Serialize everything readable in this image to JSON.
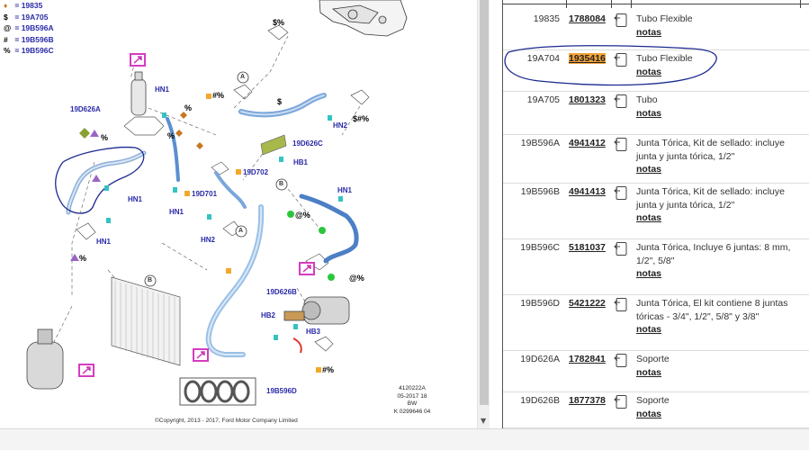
{
  "legend": [
    {
      "symbol": "♦",
      "code": "19835"
    },
    {
      "symbol": "$",
      "code": "19A705"
    },
    {
      "symbol": "@",
      "code": "19B596A"
    },
    {
      "symbol": "#",
      "code": "19B596B"
    },
    {
      "symbol": "%",
      "code": "19B596C"
    }
  ],
  "diagram_labels": {
    "l_19D626A": "19D626A",
    "l_HN1_a": "HN1",
    "l_HN1_b": "HN1",
    "l_HN1_c": "HN1",
    "l_HN1_d": "HN1",
    "l_HN1_e": "HN1",
    "l_HN2_a": "HN2",
    "l_HN2_b": "HN2",
    "l_HB1": "HB1",
    "l_HB2": "HB2",
    "l_HB3": "HB3",
    "l_19D626C": "19D626C",
    "l_19D702": "19D702",
    "l_19D701": "19D701",
    "l_19D626B": "19D626B",
    "l_19B596D": "19B596D",
    "callout_A1": "A",
    "callout_A2": "A",
    "callout_B1": "B",
    "callout_B2": "B"
  },
  "diagram_symbols": {
    "s1": "$%",
    "s2": "#%",
    "s3": "%",
    "s4": "%",
    "s5": "%",
    "s6": "%",
    "s7": "$",
    "s8": "$#%",
    "s9": "@%",
    "s10": "@%",
    "s11": "#%"
  },
  "footer": {
    "copyright": "©Copyright, 2013 - 2017, Ford Motor Company Limited",
    "code_lines": [
      "4120222A",
      "05-2017 18",
      "BW",
      "K 0299646 04"
    ]
  },
  "parts": [
    {
      "code": "19835",
      "number": "1788084",
      "description": "Tubo Flexible",
      "notes": "notas",
      "highlight": false
    },
    {
      "code": "19A704",
      "number": "1935416",
      "description": "Tubo Flexible",
      "notes": "notas",
      "highlight": true
    },
    {
      "code": "19A705",
      "number": "1801323",
      "description": "Tubo",
      "notes": "notas",
      "highlight": false
    },
    {
      "code": "19B596A",
      "number": "4941412",
      "description": "Junta Tórica, Kit de sellado: incluye junta y junta tórica, 1/2\"",
      "notes": "notas",
      "highlight": false
    },
    {
      "code": "19B596B",
      "number": "4941413",
      "description": "Junta Tórica, Kit de sellado: incluye junta y junta tórica, 1/2\"",
      "notes": "notas",
      "highlight": false
    },
    {
      "code": "19B596C",
      "number": "5181037",
      "description": "Junta Tórica, Incluye 6 juntas: 8 mm, 1/2\", 5/8\"",
      "notes": "notas",
      "highlight": false
    },
    {
      "code": "19B596D",
      "number": "5421222",
      "description": "Junta Tórica, El kit contiene 8 juntas tóricas - 3/4\", 1/2\", 5/8\" y 3/8\"",
      "notes": "notas",
      "highlight": false
    },
    {
      "code": "19D626A",
      "number": "1782841",
      "description": "Soporte",
      "notes": "notas",
      "highlight": false
    },
    {
      "code": "19D626B",
      "number": "1877378",
      "description": "Soporte",
      "notes": "notas",
      "highlight": false
    }
  ],
  "colors": {
    "label_blue": "#2a2aa8",
    "highlight": "#f3a33a",
    "callout_magenta": "#d63cbf",
    "marker_orange": "#f2a92a",
    "marker_green": "#2cc63c",
    "marker_cyan": "#34c3c3",
    "ink_circle": "#1b2a8f",
    "pipe_blue": "#5b8fcf"
  }
}
